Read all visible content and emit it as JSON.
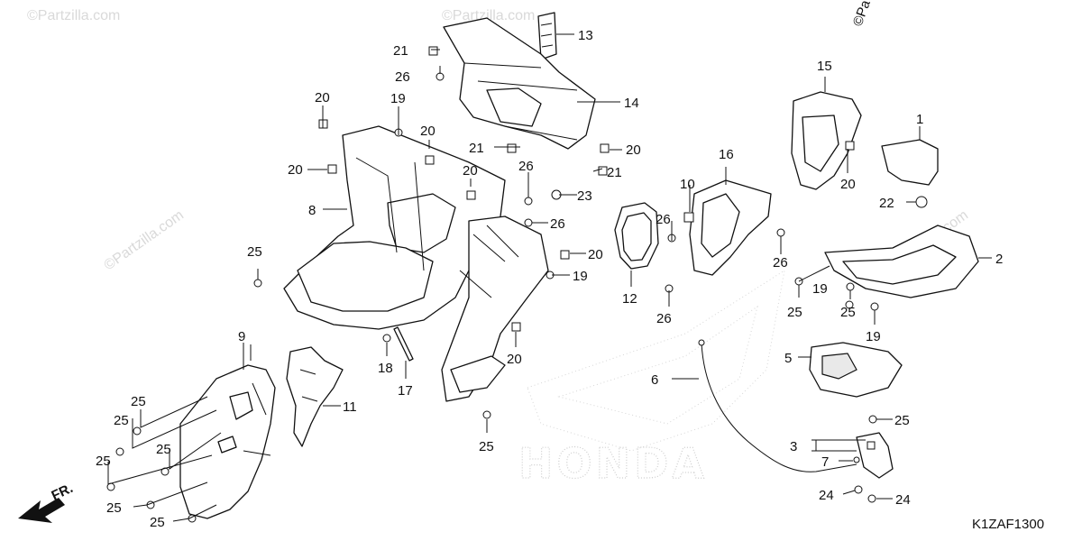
{
  "diagram_code": "K1ZAF1300",
  "brand_watermark": "HONDA",
  "site_watermarks": [
    "©Partzilla.com",
    "©Partzilla.com",
    "©Partzilla.com",
    "©Partzilla.com",
    "©Pa"
  ],
  "direction_label": "FR.",
  "callouts": [
    "1",
    "2",
    "3",
    "5",
    "6",
    "7",
    "8",
    "9",
    "10",
    "11",
    "12",
    "13",
    "14",
    "15",
    "16",
    "17",
    "18",
    "19",
    "20",
    "21",
    "22",
    "23",
    "24",
    "25",
    "26"
  ],
  "callout_text": {
    "c1": "1",
    "c2": "2",
    "c3": "3",
    "c5": "5",
    "c6": "6",
    "c7": "7",
    "c8": "8",
    "c9": "9",
    "c10": "10",
    "c11": "11",
    "c12": "12",
    "c13": "13",
    "c14": "14",
    "c15": "15",
    "c16": "16",
    "c17": "17",
    "c18": "18",
    "c19": "19",
    "c20": "20",
    "c21": "21",
    "c22": "22",
    "c23": "23",
    "c24": "24",
    "c25": "25",
    "c26": "26"
  },
  "colors": {
    "line": "#111111",
    "watermark": "#d9d9d9",
    "background": "#ffffff"
  }
}
